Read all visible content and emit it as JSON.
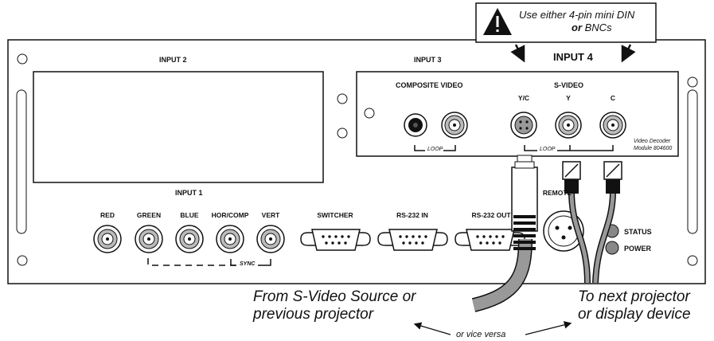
{
  "callout": {
    "line1": "Use either 4-pin mini DIN",
    "line2_bold": "or",
    "line2_rest": "BNCs"
  },
  "input2": {
    "title": "INPUT 2"
  },
  "input3": {
    "title": "INPUT 3",
    "composite_label": "COMPOSITE VIDEO",
    "loop_label": "LOOP"
  },
  "input4": {
    "title": "INPUT 4",
    "svideo_label": "S-VIDEO",
    "ports": [
      "Y/C",
      "Y",
      "C"
    ],
    "loop_label": "LOOP",
    "module_line1": "Video Decoder",
    "module_line2": "Module 804600"
  },
  "input1": {
    "title": "INPUT 1",
    "ports": [
      "RED",
      "GREEN",
      "BLUE",
      "HOR/COMP",
      "VERT"
    ],
    "sync_label": "SYNC"
  },
  "serial": {
    "switcher": "SWITCHER",
    "rs232_in": "RS-232 IN",
    "rs232_out": "RS-232 OUT",
    "remote": "REMOTE"
  },
  "leds": {
    "status": "STATUS",
    "power": "POWER"
  },
  "captions": {
    "left_line1": "From S-Video Source or",
    "left_line2": "previous projector",
    "right_line1": "To next projector",
    "right_line2": "or display device",
    "vice_versa": "or vice versa"
  }
}
